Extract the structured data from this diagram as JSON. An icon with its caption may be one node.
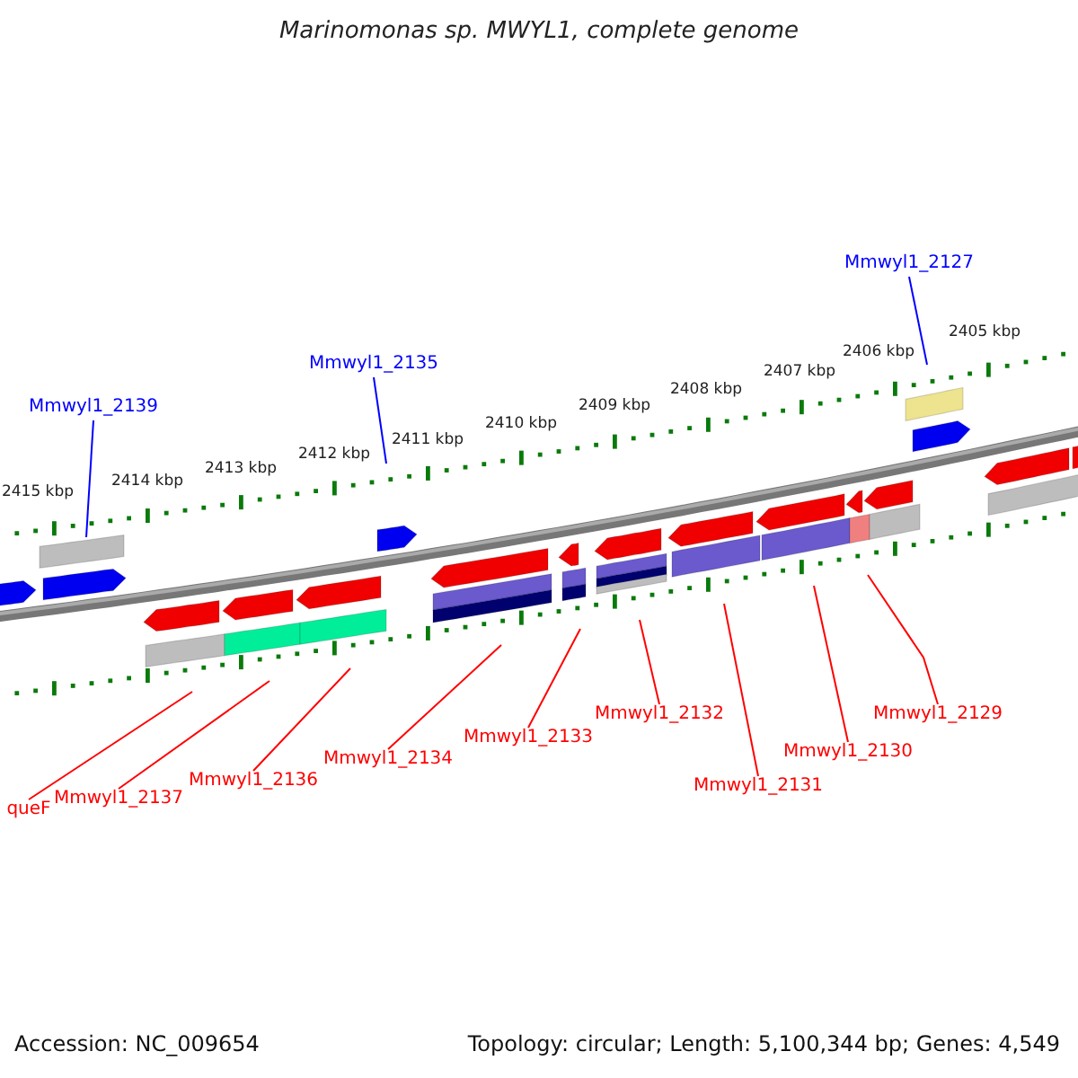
{
  "diagram": {
    "title": "Marinomonas sp. MWYL1, complete genome",
    "nodes": [
      {
        "text": [
          "Mmwyl1_2139"
        ]
      },
      {
        "text": [
          "Mmwyl1_2135"
        ]
      },
      {
        "text": [
          "Mmwyl1_2127"
        ]
      },
      {
        "text": [
          "queF"
        ]
      },
      {
        "text": [
          "Mmwyl1_2137"
        ]
      },
      {
        "text": [
          "Mmwyl1_2136"
        ]
      },
      {
        "text": [
          "Mmwyl1_2134"
        ]
      },
      {
        "text": [
          "Mmwyl1_2133"
        ]
      },
      {
        "text": [
          "Mmwyl1_2132"
        ]
      },
      {
        "text": [
          "Mmwyl1_2131"
        ]
      },
      {
        "text": [
          "Mmwyl1_2130"
        ]
      },
      {
        "text": [
          "Mmwyl1_2129"
        ]
      }
    ],
    "edges": [
      {
        "from": 0,
        "to": null,
        "arrow": "none",
        "color": "#0000ff"
      },
      {
        "from": 1,
        "to": null,
        "arrow": "none",
        "color": "#0000ff"
      },
      {
        "from": 2,
        "to": null,
        "arrow": "none",
        "color": "#0000ff"
      },
      {
        "from": 3,
        "to": null,
        "arrow": "none"
      },
      {
        "from": 4,
        "to": null,
        "arrow": "none"
      },
      {
        "from": 5,
        "to": null,
        "arrow": "none"
      },
      {
        "from": 6,
        "to": null,
        "arrow": "none"
      },
      {
        "from": 7,
        "to": null,
        "arrow": "none"
      },
      {
        "from": 8,
        "to": null,
        "arrow": "none"
      },
      {
        "from": 9,
        "to": null,
        "arrow": "none"
      },
      {
        "from": 10,
        "to": null,
        "arrow": "none"
      },
      {
        "from": 11,
        "to": null,
        "arrow": "none"
      }
    ],
    "labels": [
      "2405 kbp",
      "2406 kbp",
      "2407 kbp",
      "2408 kbp",
      "2409 kbp",
      "2410 kbp",
      "2411 kbp",
      "2412 kbp",
      "2413 kbp",
      "2414 kbp",
      "2415 kbp",
      "Accession: NC_009654",
      "Topology: circular; Length: 5,100,344 bp; Genes: 4,549"
    ]
  }
}
